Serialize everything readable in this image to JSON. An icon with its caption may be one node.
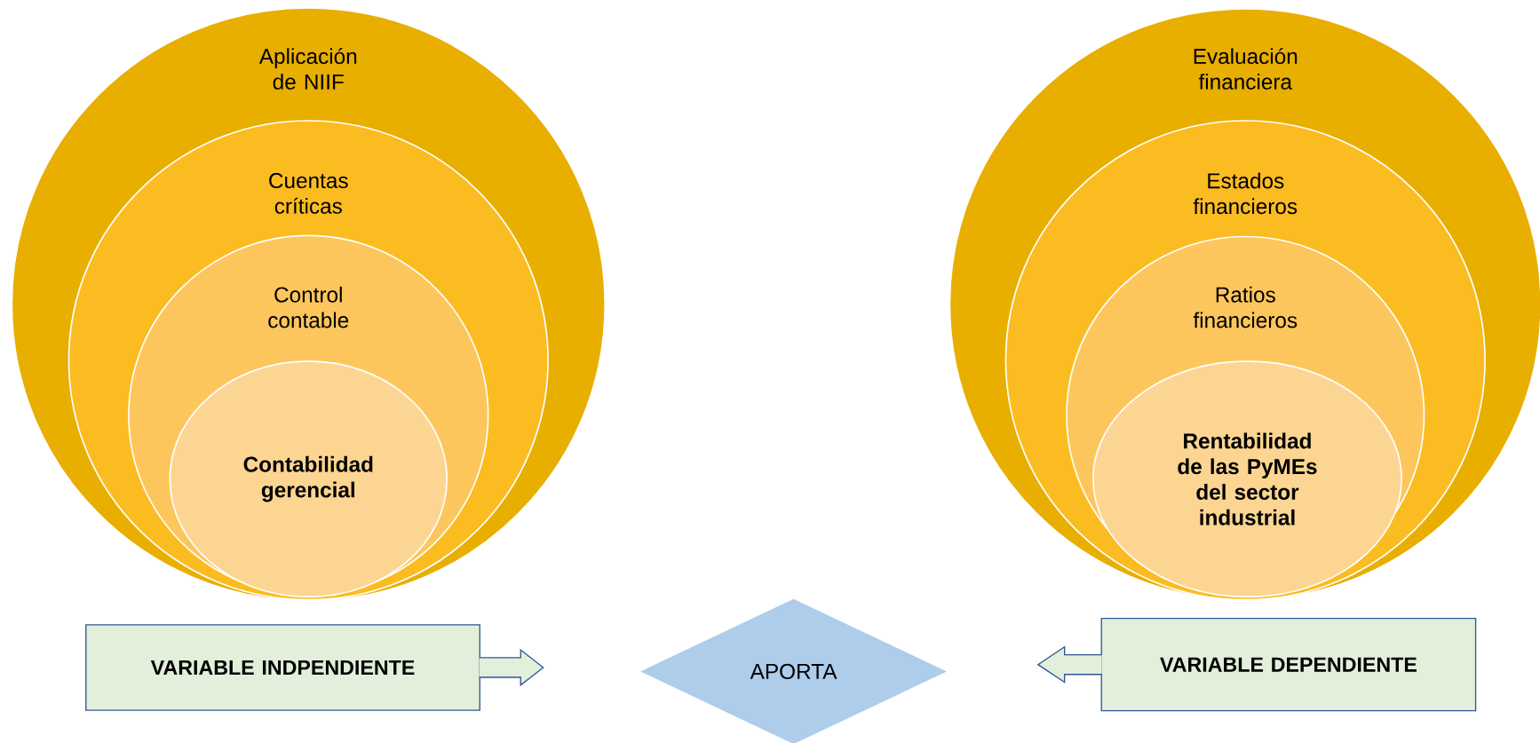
{
  "diagram": {
    "nodes": [
      {
        "text": [
          "Aplicación de NIIF"
        ]
      },
      {
        "text": [
          "Cuentas críticas"
        ],
        "in": 0
      },
      {
        "text": [
          "Control contable"
        ],
        "in": 1
      },
      {
        "text": [
          "Contabilidad gerencial"
        ],
        "in": 2
      },
      {
        "text": [
          "Evaluación financiera"
        ]
      },
      {
        "text": [
          "Estados financieros"
        ],
        "in": 4
      },
      {
        "text": [
          "Ratios financieros"
        ],
        "in": 5
      },
      {
        "text": [
          "Rentabilidad de las PyMEs del sector industrial"
        ],
        "in": 6
      },
      {
        "text": [
          "VARIABLE INDPENDIENTE"
        ]
      },
      {
        "text": [
          "APORTA"
        ]
      },
      {
        "text": [
          "VARIABLE DEPENDIENTE"
        ]
      }
    ],
    "edges": [
      {
        "from": 8,
        "to": null,
        "arrow": "to"
      },
      {
        "from": 10,
        "to": null,
        "arrow": "to"
      }
    ]
  }
}
